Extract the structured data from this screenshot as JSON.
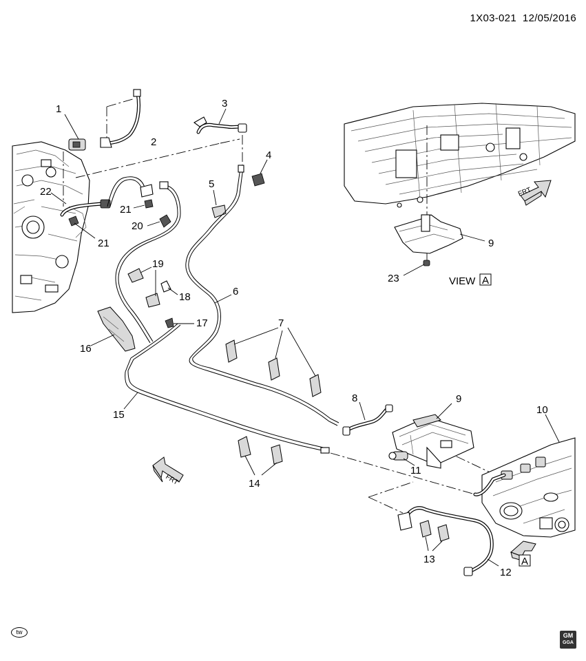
{
  "header": {
    "code": "1X03-021",
    "date": "12/05/2016"
  },
  "view_label": "VIEW",
  "view_letter": "A",
  "frt_label": "FRT",
  "footer": {
    "tw_mark": "tw",
    "logo_top": "GM",
    "logo_bottom": "GGA"
  },
  "callouts": {
    "c1": "1",
    "c2": "2",
    "c3": "3",
    "c4": "4",
    "c5": "5",
    "c6": "6",
    "c7": "7",
    "c8": "8",
    "c9a": "9",
    "c9b": "9",
    "c10": "10",
    "c11": "11",
    "c12": "12",
    "c13": "13",
    "c14": "14",
    "c15": "15",
    "c16": "16",
    "c17": "17",
    "c18": "18",
    "c19": "19",
    "c20": "20",
    "c21a": "21",
    "c21b": "21",
    "c22": "22",
    "c23": "23"
  }
}
